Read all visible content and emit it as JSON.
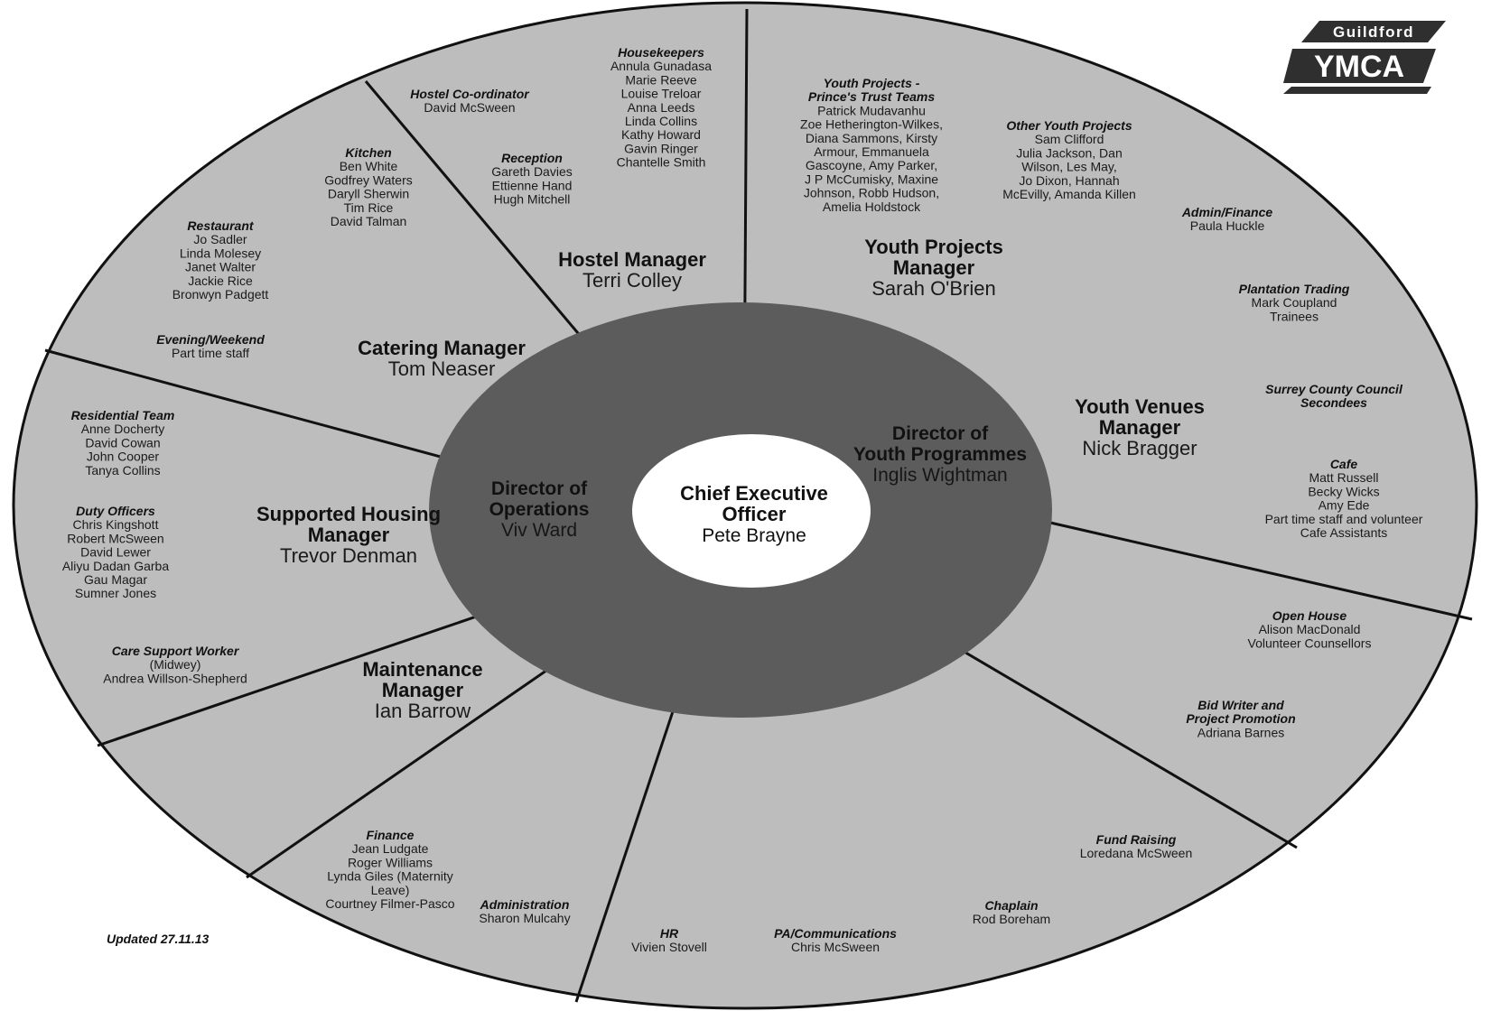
{
  "logo": {
    "top": "Guildford",
    "main": "YMCA"
  },
  "updated": "Updated 27.11.13",
  "ceo": {
    "title_lines": [
      "Chief Executive",
      "Officer"
    ],
    "name": "Pete Brayne"
  },
  "directors": [
    {
      "title_lines": [
        "Director of",
        "Operations"
      ],
      "name": "Viv Ward"
    },
    {
      "title_lines": [
        "Director of",
        "Youth Programmes"
      ],
      "name": "Inglis Wightman"
    }
  ],
  "managers": [
    {
      "title_lines": [
        "Hostel Manager"
      ],
      "name": "Terri Colley"
    },
    {
      "title_lines": [
        "Catering Manager"
      ],
      "name": "Tom Neaser"
    },
    {
      "title_lines": [
        "Supported Housing",
        "Manager"
      ],
      "name": "Trevor Denman"
    },
    {
      "title_lines": [
        "Maintenance",
        "Manager"
      ],
      "name": "Ian Barrow"
    },
    {
      "title_lines": [
        "Youth Projects",
        "Manager"
      ],
      "name": "Sarah O'Brien"
    },
    {
      "title_lines": [
        "Youth Venues",
        "Manager"
      ],
      "name": "Nick Bragger"
    }
  ],
  "teams": [
    {
      "title_lines": [
        "Housekeepers"
      ],
      "names": [
        "Annula Gunadasa",
        "Marie Reeve",
        "Louise Treloar",
        "Anna Leeds",
        "Linda Collins",
        "Kathy Howard",
        "Gavin Ringer",
        "Chantelle Smith"
      ]
    },
    {
      "title_lines": [
        "Hostel Co-ordinator"
      ],
      "names": [
        "David McSween"
      ]
    },
    {
      "title_lines": [
        "Reception"
      ],
      "names": [
        "Gareth Davies",
        "Ettienne Hand",
        "Hugh Mitchell"
      ]
    },
    {
      "title_lines": [
        "Kitchen"
      ],
      "names": [
        "Ben White",
        "Godfrey Waters",
        "Daryll Sherwin",
        "Tim Rice",
        "David Talman"
      ]
    },
    {
      "title_lines": [
        "Restaurant"
      ],
      "names": [
        "Jo Sadler",
        "Linda Molesey",
        "Janet Walter",
        "Jackie Rice",
        "Bronwyn Padgett"
      ]
    },
    {
      "title_lines": [
        "Evening/Weekend"
      ],
      "names": [
        "Part time staff"
      ]
    },
    {
      "title_lines": [
        "Residential Team"
      ],
      "names": [
        "Anne Docherty",
        "David Cowan",
        "John Cooper",
        "Tanya Collins"
      ]
    },
    {
      "title_lines": [
        "Duty Officers"
      ],
      "names": [
        "Chris Kingshott",
        "Robert McSween",
        "David Lewer",
        "Aliyu Dadan Garba",
        "Gau Magar",
        "Sumner Jones"
      ]
    },
    {
      "title_lines": [
        "Care Support Worker"
      ],
      "names": [
        "(Midwey)",
        "Andrea Willson-Shepherd"
      ]
    },
    {
      "title_lines": [
        "Finance"
      ],
      "names": [
        "Jean Ludgate",
        "Roger Williams",
        "Lynda Giles (Maternity",
        "Leave)",
        "Courtney Filmer-Pasco"
      ]
    },
    {
      "title_lines": [
        "Administration"
      ],
      "names": [
        "Sharon Mulcahy"
      ]
    },
    {
      "title_lines": [
        "HR"
      ],
      "names": [
        "Vivien Stovell"
      ]
    },
    {
      "title_lines": [
        "PA/Communications"
      ],
      "names": [
        "Chris McSween"
      ]
    },
    {
      "title_lines": [
        "Chaplain"
      ],
      "names": [
        "Rod Boreham"
      ]
    },
    {
      "title_lines": [
        "Fund Raising"
      ],
      "names": [
        "Loredana McSween"
      ]
    },
    {
      "title_lines": [
        "Bid Writer and",
        "Project Promotion"
      ],
      "names": [
        "Adriana Barnes"
      ]
    },
    {
      "title_lines": [
        "Open House"
      ],
      "names": [
        "Alison MacDonald",
        "Volunteer Counsellors"
      ]
    },
    {
      "title_lines": [
        "Cafe"
      ],
      "names": [
        "Matt Russell",
        "Becky Wicks",
        "Amy Ede",
        "Part time staff and volunteer",
        "Cafe Assistants"
      ]
    },
    {
      "title_lines": [
        "Surrey County Council",
        "Secondees"
      ],
      "names": []
    },
    {
      "title_lines": [
        "Plantation Trading"
      ],
      "names": [
        "Mark Coupland",
        "Trainees"
      ]
    },
    {
      "title_lines": [
        "Admin/Finance"
      ],
      "names": [
        "Paula Huckle"
      ]
    },
    {
      "title_lines": [
        "Other Youth Projects"
      ],
      "names": [
        "Sam Clifford",
        "Julia Jackson, Dan",
        "Wilson, Les May,",
        "Jo Dixon, Hannah",
        "McEvilly, Amanda Killen"
      ]
    },
    {
      "title_lines": [
        "Youth Projects -",
        "Prince's Trust Teams"
      ],
      "names": [
        "Patrick Mudavanhu",
        "Zoe Hetherington-Wilkes,",
        "Diana Sammons, Kirsty",
        "Armour, Emmanuela",
        "Gascoyne, Amy Parker,",
        "J P McCumisky, Maxine",
        "Johnson, Robb Hudson,",
        "Amelia Holdstock"
      ]
    }
  ]
}
